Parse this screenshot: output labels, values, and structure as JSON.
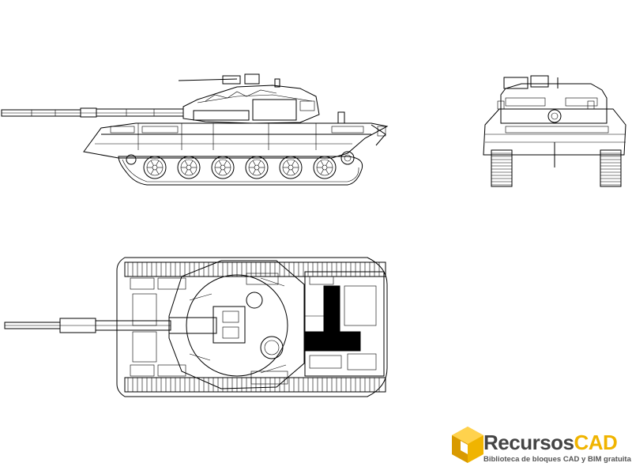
{
  "watermark": {
    "brand_part1": "Recursos",
    "brand_part2": "CAD",
    "tagline": "Biblioteca de bloques CAD y BIM gratuita",
    "colors": {
      "dark": "#444444",
      "accent": "#f0b400"
    },
    "icon": "cube-logo-icon"
  },
  "drawing": {
    "views": [
      "side-view",
      "front-view",
      "top-view"
    ],
    "line_color": "#000000",
    "background": "#ffffff",
    "side_view_road_wheels": 6
  }
}
